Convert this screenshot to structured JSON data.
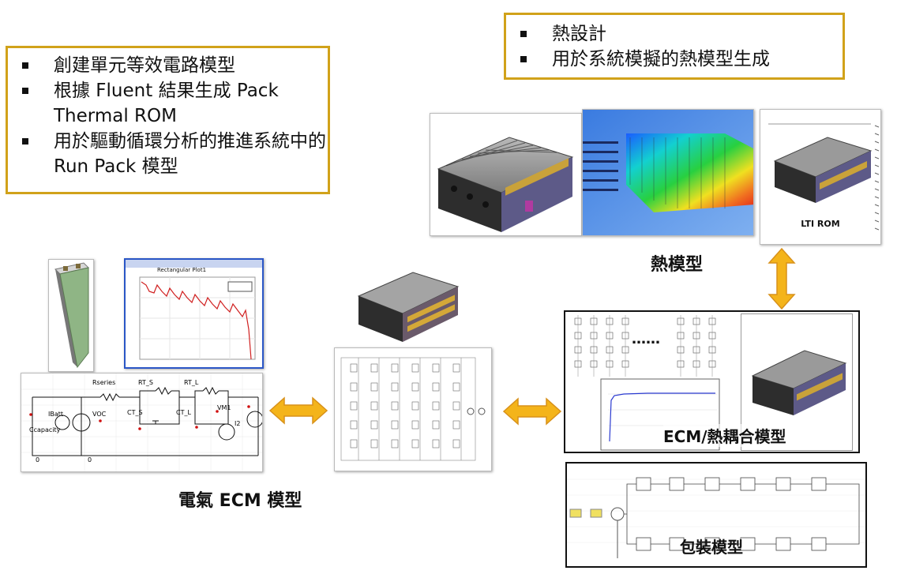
{
  "callout_left": {
    "items": [
      "創建單元等效電路模型",
      "根據 Fluent 結果生成 Pack Thermal ROM",
      "用於驅動循環分析的推進系統中的 Run Pack 模型"
    ]
  },
  "callout_right": {
    "items": [
      "熱設計",
      "用於系統模擬的熱模型生成"
    ]
  },
  "captions": {
    "thermal_model": "熱模型",
    "electrical_model": "電氣 ECM 模型",
    "coupled_model": "ECM/熱耦合模型",
    "package_model": "包裝模型"
  },
  "rom_label": "LTI ROM",
  "ellipsis": "……",
  "chart_window": {
    "title": "Rectangular Plot1"
  },
  "circuit_labels": {
    "rseries": "Rseries",
    "rt_s": "RT_S",
    "rt_l": "RT_L",
    "ct_s": "CT_S",
    "ct_l": "CT_L",
    "voc": "VOC",
    "ibatt": "IBatt",
    "ccapacity": "Ccapacity",
    "vm1": "VM1",
    "i2": "I2",
    "ground0": "0",
    "ground1": "0"
  },
  "colors": {
    "callout_border": "#d1a21a",
    "arrow": "#f4b41a",
    "arrow_stroke": "#d8911a"
  }
}
